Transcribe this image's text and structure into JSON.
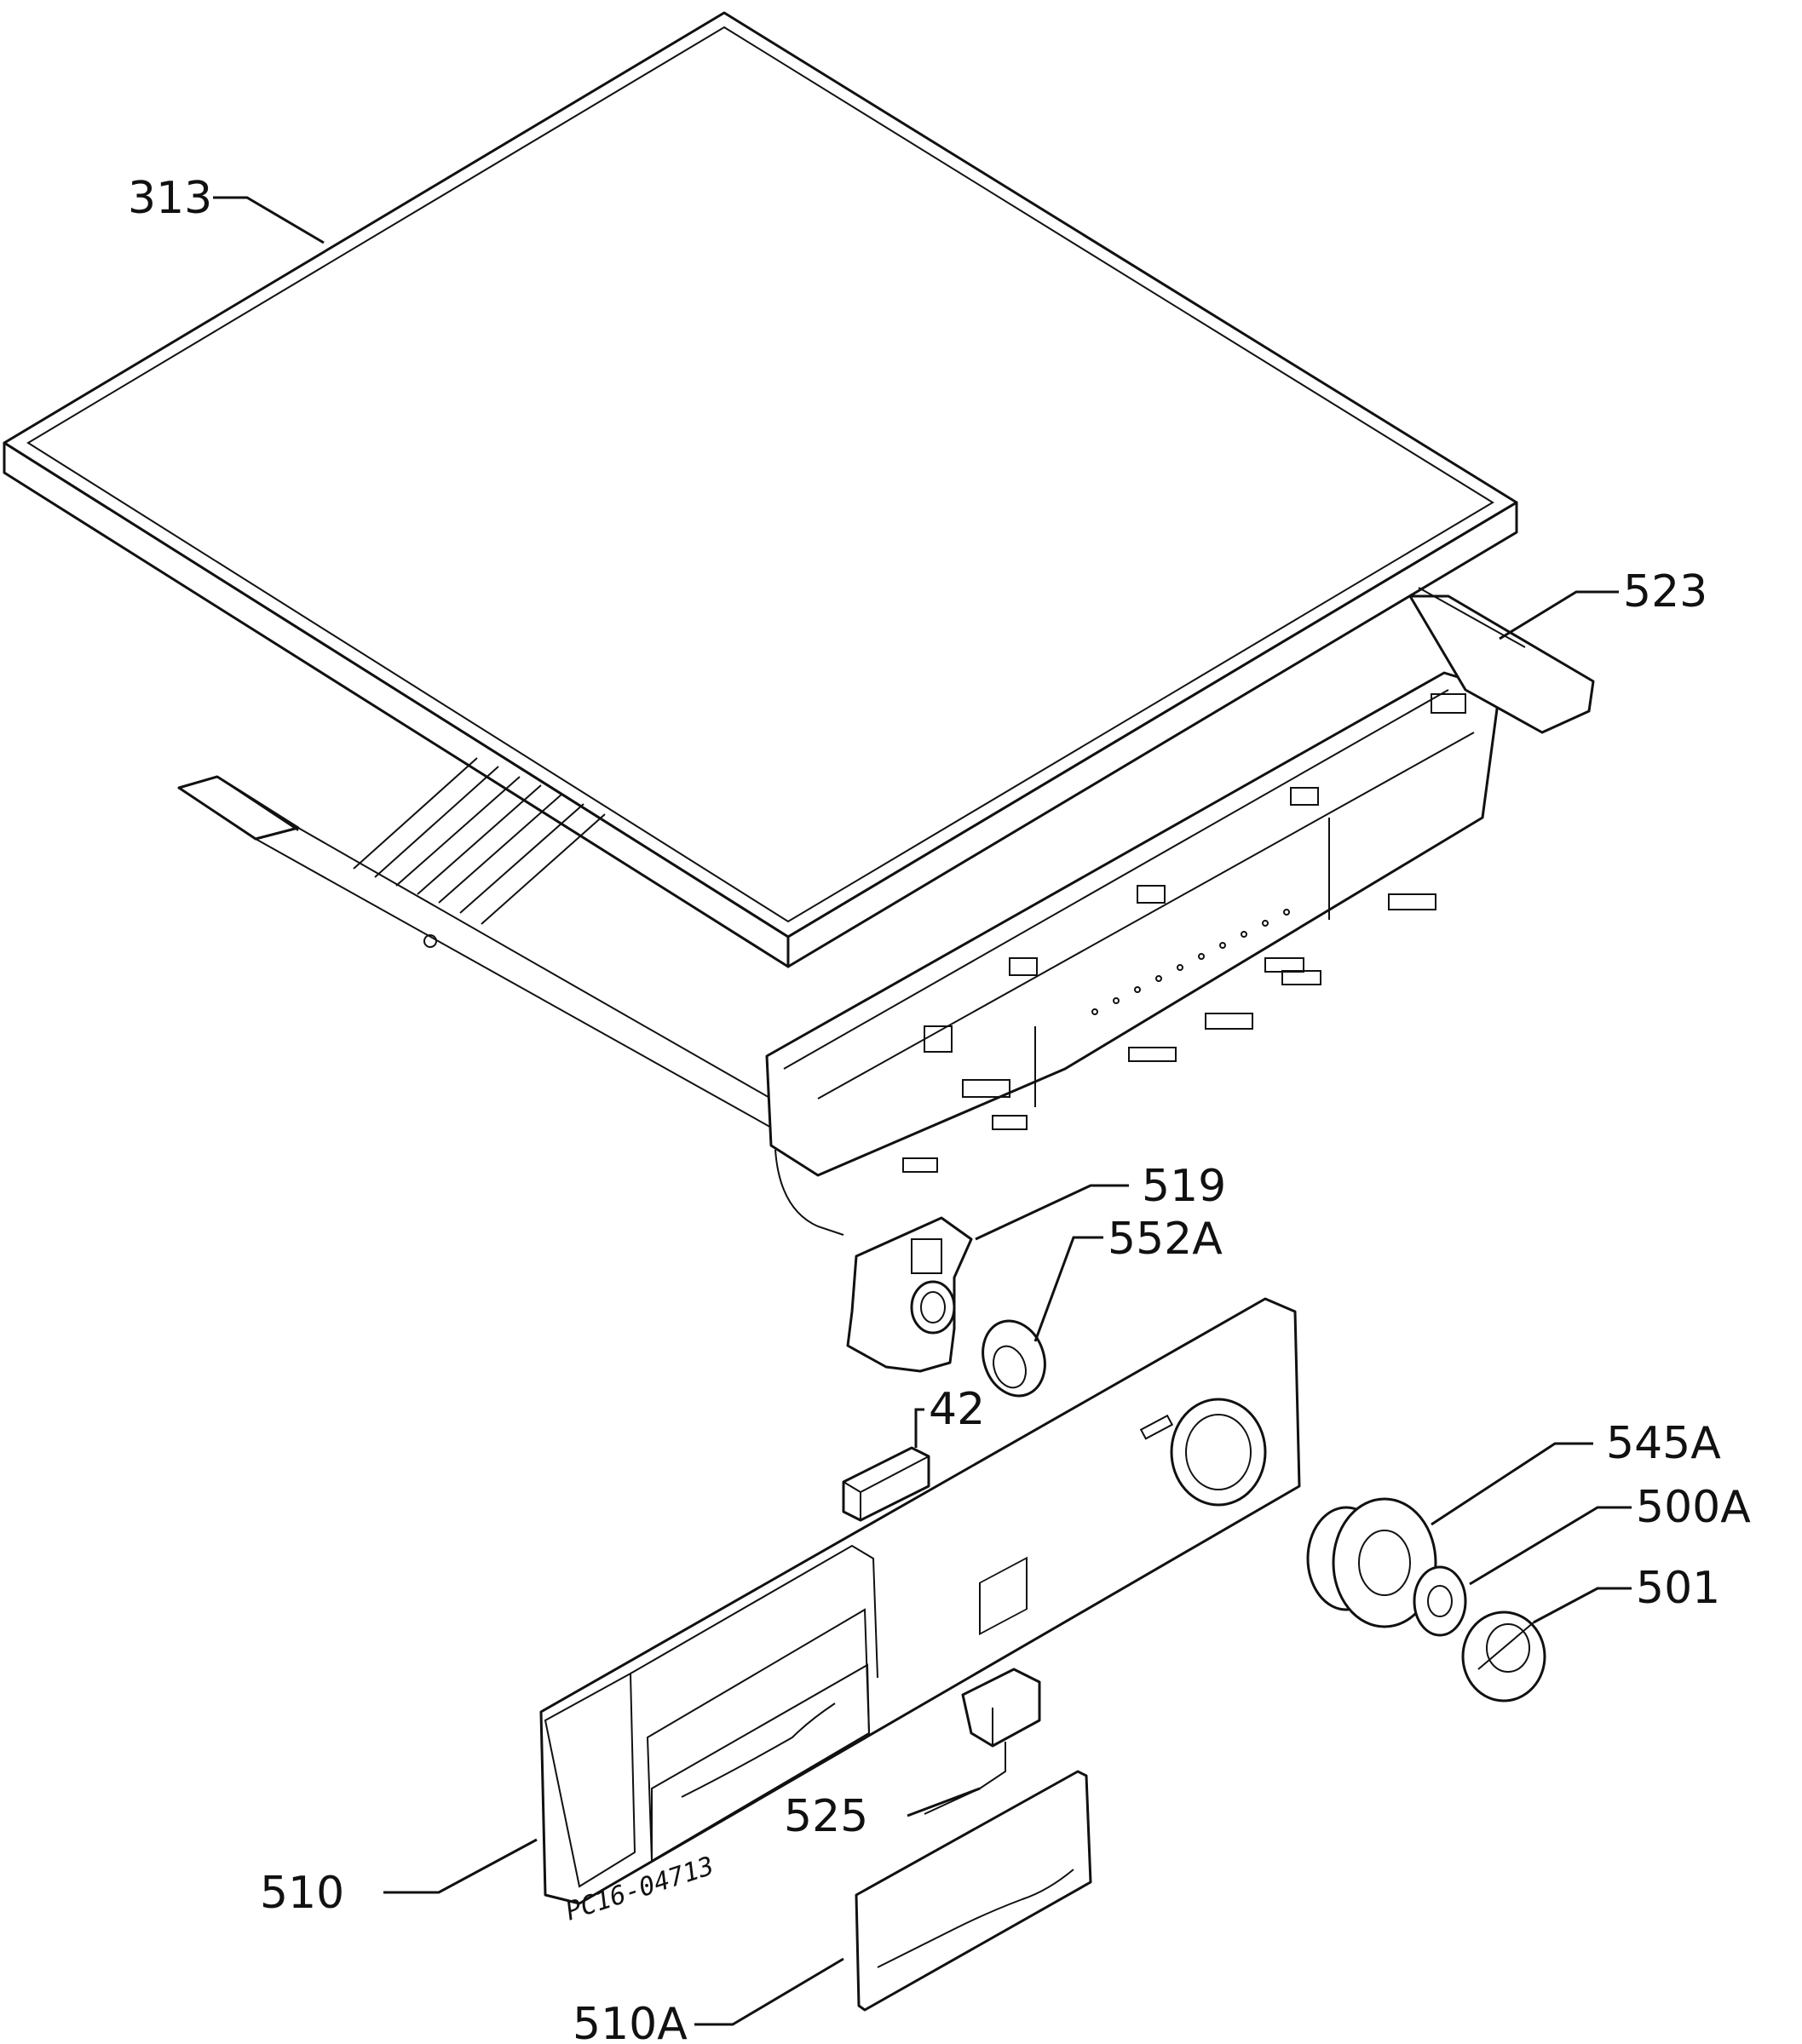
{
  "callouts": {
    "c313": "313",
    "c523": "523",
    "c519": "519",
    "c552A": "552A",
    "c42": "42",
    "c545A": "545A",
    "c500A": "500A",
    "c501": "501",
    "c525": "525",
    "c510": "510",
    "c510A": "510A"
  },
  "drawing_code": "PC16-04713"
}
